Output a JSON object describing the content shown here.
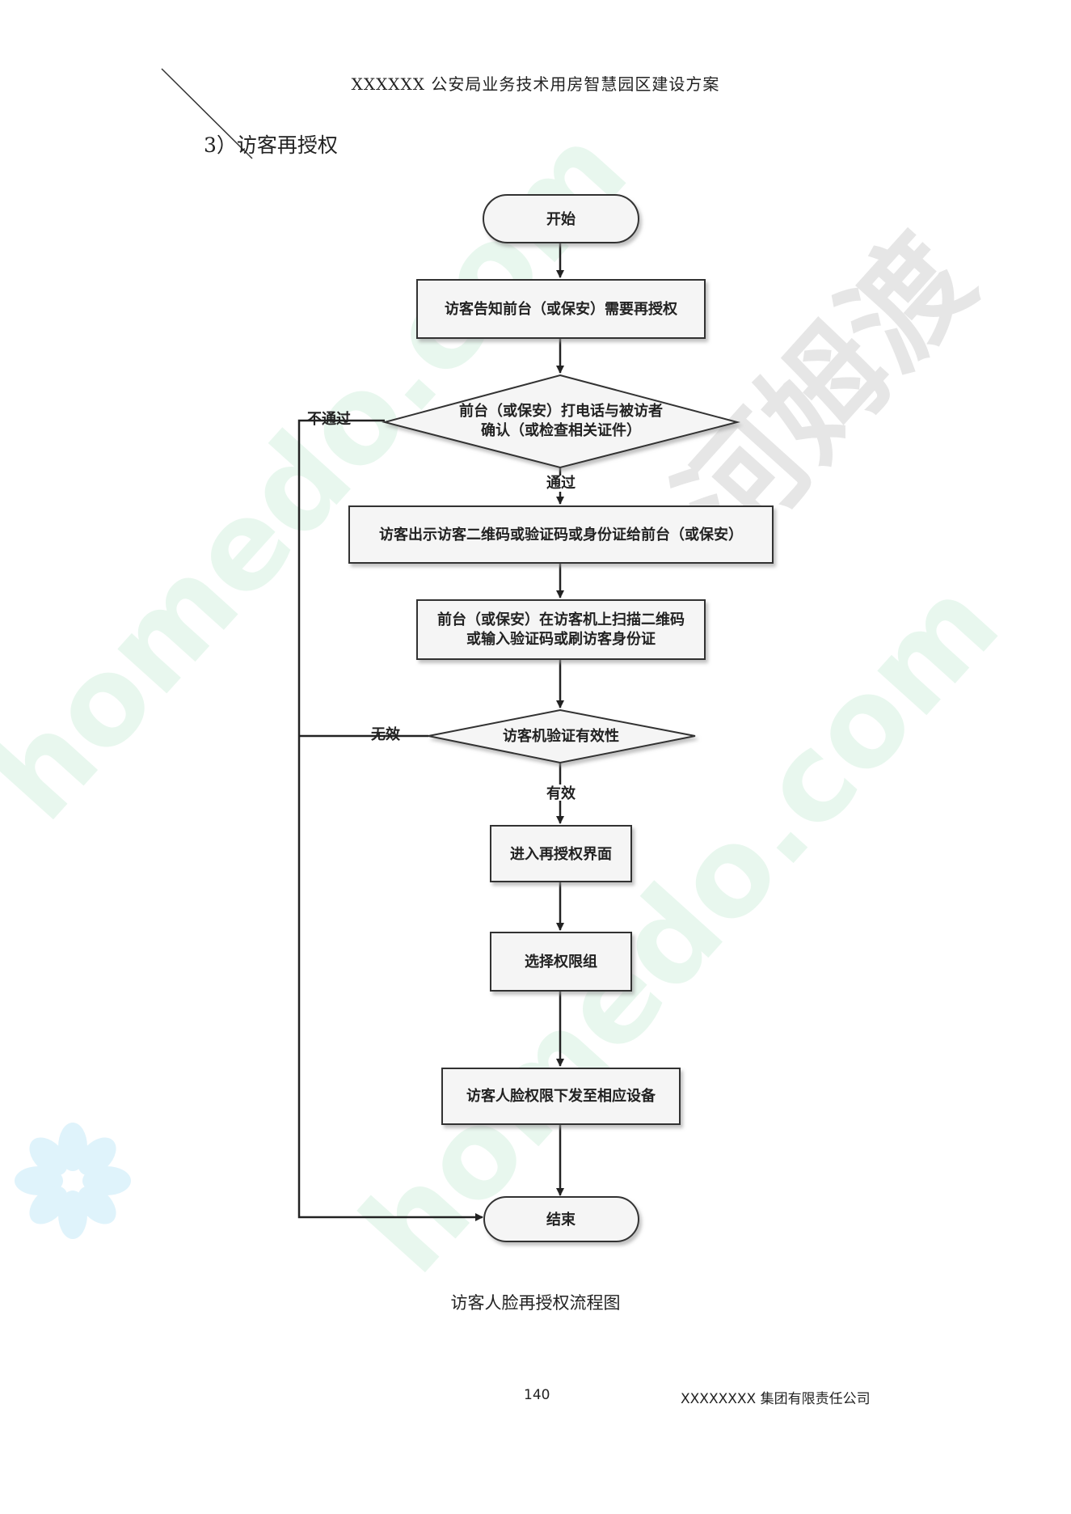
{
  "header": {
    "title": "XXXXXX 公安局业务技术用房智慧园区建设方案"
  },
  "section": {
    "heading": "3）访客再授权"
  },
  "watermark": {
    "brand_cn": "河姆渡",
    "brand_url": "homedo.com"
  },
  "flowchart": {
    "start": "开始",
    "step1": "访客告知前台（或保安）需要再授权",
    "decision1": {
      "line1": "前台（或保安）打电话与被访者",
      "line2": "确认（或检查相关证件）"
    },
    "decision1_fail": "不通过",
    "decision1_pass": "通过",
    "step2": "访客出示访客二维码或验证码或身份证给前台（或保安）",
    "step3": {
      "line1": "前台（或保安）在访客机上扫描二维码",
      "line2": "或输入验证码或刷访客身份证"
    },
    "decision2": "访客机验证有效性",
    "decision2_fail": "无效",
    "decision2_pass": "有效",
    "step4": "进入再授权界面",
    "step5": "选择权限组",
    "step6": "访客人脸权限下发至相应设备",
    "end": "结束"
  },
  "caption": "访客人脸再授权流程图",
  "footer": {
    "page_number": "140",
    "company": "XXXXXXXX 集团有限责任公司"
  }
}
